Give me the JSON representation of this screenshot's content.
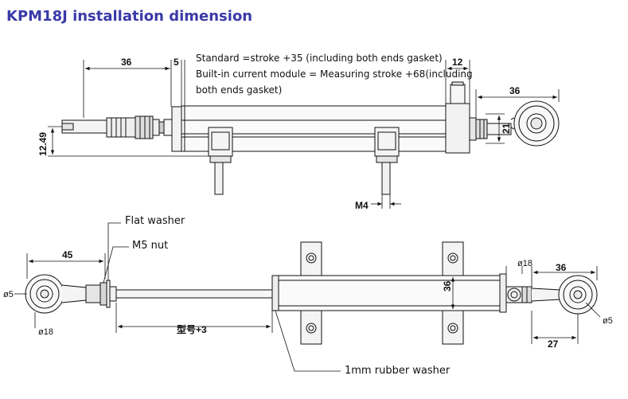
{
  "title": "KPM18J installation dimension",
  "notes": [
    "Standard =stroke +35 (including both ends gasket)",
    "Built-in current module = Measuring stroke +68(including",
    "both ends gasket)"
  ],
  "labels": {
    "flat_washer": "Flat washer",
    "m5_nut": "M5 nut",
    "rubber_washer": "1mm rubber washer"
  },
  "dims_top": {
    "d36_left": "36",
    "d5": "5",
    "d12": "12",
    "d36_right": "36",
    "d21": "21",
    "d12_49": "12.49",
    "m4": "M4"
  },
  "dims_bottom": {
    "d45": "45",
    "phi5_left": "ø5",
    "phi18_left": "ø18",
    "model_plus3": "型号+3",
    "d36_vertical": "36",
    "phi18_right": "ø18",
    "d36_right": "36",
    "phi5_right": "ø5",
    "d27": "27"
  }
}
